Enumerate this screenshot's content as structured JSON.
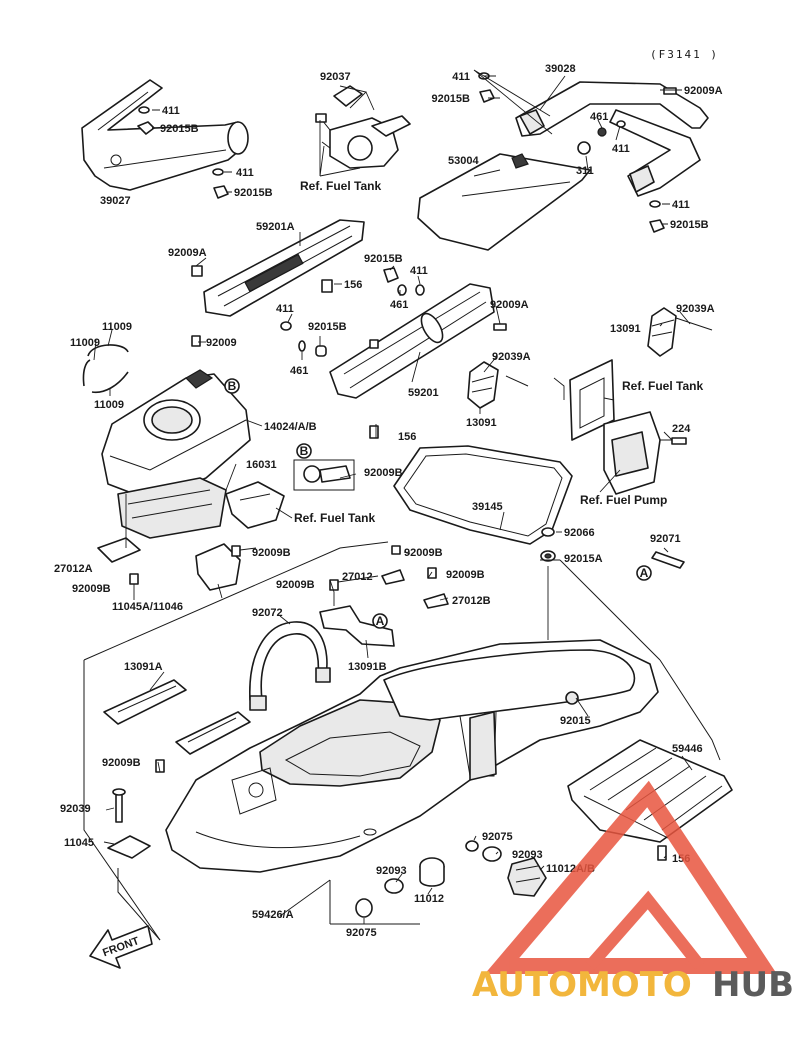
{
  "diagram": {
    "code": "(F3141 )",
    "front_label": "FRONT",
    "parts": [
      {
        "id": "p411a",
        "label": "411"
      },
      {
        "id": "p39028",
        "label": "39028"
      },
      {
        "id": "p92037",
        "label": "92037"
      },
      {
        "id": "p92015Ba",
        "label": "92015B"
      },
      {
        "id": "p92009Aa",
        "label": "92009A"
      },
      {
        "id": "p411b",
        "label": "411"
      },
      {
        "id": "p92015Bb",
        "label": "92015B"
      },
      {
        "id": "p461a",
        "label": "461"
      },
      {
        "id": "p411c",
        "label": "411"
      },
      {
        "id": "p53004",
        "label": "53004"
      },
      {
        "id": "p311",
        "label": "311"
      },
      {
        "id": "p411d",
        "label": "411"
      },
      {
        "id": "p92015Bc",
        "label": "92015B"
      },
      {
        "id": "p411e",
        "label": "411"
      },
      {
        "id": "p92015Bd",
        "label": "92015B"
      },
      {
        "id": "p39027",
        "label": "39027"
      },
      {
        "id": "p59201A",
        "label": "59201A"
      },
      {
        "id": "p92009Ab",
        "label": "92009A"
      },
      {
        "id": "p92015Be",
        "label": "92015B"
      },
      {
        "id": "p411f",
        "label": "411"
      },
      {
        "id": "p156a",
        "label": "156"
      },
      {
        "id": "p461b",
        "label": "461"
      },
      {
        "id": "p92009Ac",
        "label": "92009A"
      },
      {
        "id": "p411g",
        "label": "411"
      },
      {
        "id": "p92015Bf",
        "label": "92015B"
      },
      {
        "id": "p92039Aa",
        "label": "92039A"
      },
      {
        "id": "p13091a",
        "label": "13091"
      },
      {
        "id": "p11009a",
        "label": "11009"
      },
      {
        "id": "p11009b",
        "label": "11009"
      },
      {
        "id": "p92009a",
        "label": "92009"
      },
      {
        "id": "p461c",
        "label": "461"
      },
      {
        "id": "p92039Ab",
        "label": "92039A"
      },
      {
        "id": "p59201",
        "label": "59201"
      },
      {
        "id": "p11009c",
        "label": "11009"
      },
      {
        "id": "p13091b",
        "label": "13091"
      },
      {
        "id": "p14024",
        "label": "14024/A/B"
      },
      {
        "id": "p156b",
        "label": "156"
      },
      {
        "id": "p224",
        "label": "224"
      },
      {
        "id": "p16031",
        "label": "16031"
      },
      {
        "id": "p92009Ba",
        "label": "92009B"
      },
      {
        "id": "p39145",
        "label": "39145"
      },
      {
        "id": "p92066",
        "label": "92066"
      },
      {
        "id": "p92071",
        "label": "92071"
      },
      {
        "id": "p27012A",
        "label": "27012A"
      },
      {
        "id": "p92009Bb",
        "label": "92009B"
      },
      {
        "id": "p92009Bc",
        "label": "92009B"
      },
      {
        "id": "p92015A",
        "label": "92015A"
      },
      {
        "id": "p92009Bd",
        "label": "92009B"
      },
      {
        "id": "p11045A",
        "label": "11045A/11046"
      },
      {
        "id": "p92009Be",
        "label": "92009B"
      },
      {
        "id": "p27012a",
        "label": "27012"
      },
      {
        "id": "p92009Bf",
        "label": "92009B"
      },
      {
        "id": "p27012B",
        "label": "27012B"
      },
      {
        "id": "p92072",
        "label": "92072"
      },
      {
        "id": "p13091B",
        "label": "13091B"
      },
      {
        "id": "p13091A",
        "label": "13091A"
      },
      {
        "id": "p92015",
        "label": "92015"
      },
      {
        "id": "p59446",
        "label": "59446"
      },
      {
        "id": "p92009Bg",
        "label": "92009B"
      },
      {
        "id": "p92039",
        "label": "92039"
      },
      {
        "id": "p11045",
        "label": "11045"
      },
      {
        "id": "p92075a",
        "label": "92075"
      },
      {
        "id": "p92093a",
        "label": "92093"
      },
      {
        "id": "p92093b",
        "label": "92093"
      },
      {
        "id": "p11012AB",
        "label": "11012A/B"
      },
      {
        "id": "p156c",
        "label": "156"
      },
      {
        "id": "p11012",
        "label": "11012"
      },
      {
        "id": "p59426",
        "label": "59426/A"
      },
      {
        "id": "p92075b",
        "label": "92075"
      }
    ],
    "references": [
      {
        "id": "rFuelTank1",
        "label": "Ref. Fuel Tank"
      },
      {
        "id": "rFuelTank2",
        "label": "Ref. Fuel Tank"
      },
      {
        "id": "rFuelTank3",
        "label": "Ref. Fuel Tank"
      },
      {
        "id": "rFuelPump",
        "label": "Ref. Fuel Pump"
      }
    ],
    "callouts": [
      {
        "id": "cB1",
        "label": "B"
      },
      {
        "id": "cB2",
        "label": "B"
      },
      {
        "id": "cA1",
        "label": "A"
      },
      {
        "id": "cA2",
        "label": "A"
      }
    ]
  },
  "watermark": {
    "part1": "AUTOMOTO",
    "part2": "HUB",
    "colors": {
      "red": "#e8553f",
      "gold": "#f2b63c",
      "gray": "#5b5b5b"
    }
  }
}
